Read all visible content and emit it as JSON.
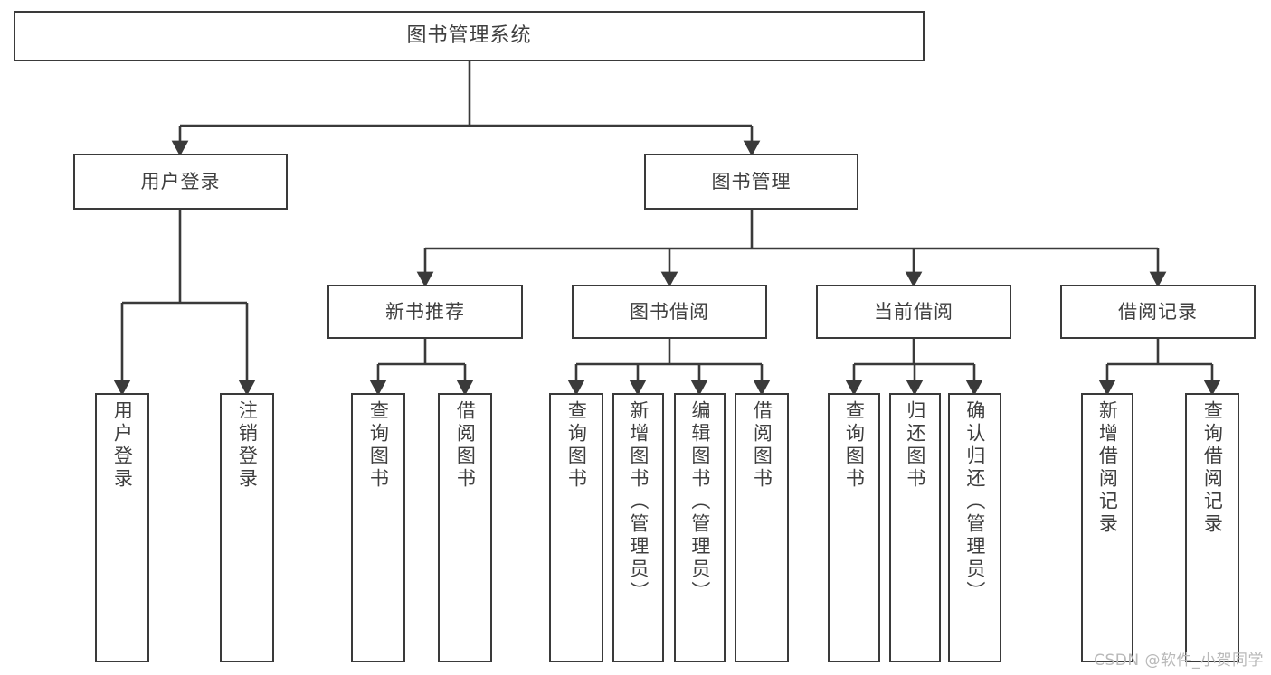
{
  "diagram": {
    "type": "tree-hierarchy",
    "title": "图书管理系统",
    "watermark": "CSDN @软件_小贺同学",
    "colors": {
      "stroke": "#3a3a3a",
      "fill": "#ffffff",
      "text": "#3f3f3f",
      "watermark": "#b9b9b9"
    },
    "nodes": {
      "root": {
        "label": "图书管理系统"
      },
      "level2": [
        {
          "label": "用户登录"
        },
        {
          "label": "图书管理"
        }
      ],
      "level3": [
        {
          "label": "新书推荐"
        },
        {
          "label": "图书借阅"
        },
        {
          "label": "当前借阅"
        },
        {
          "label": "借阅记录"
        }
      ],
      "leaves": {
        "user_login": [
          {
            "label": "用户登录"
          },
          {
            "label": "注销登录"
          }
        ],
        "new_book_recommend": [
          {
            "label": "查询图书"
          },
          {
            "label": "借阅图书"
          }
        ],
        "book_borrow": [
          {
            "label": "查询图书"
          },
          {
            "label": "新增图书（管理员）"
          },
          {
            "label": "编辑图书（管理员）"
          },
          {
            "label": "借阅图书"
          }
        ],
        "current_borrow": [
          {
            "label": "查询图书"
          },
          {
            "label": "归还图书"
          },
          {
            "label": "确认归还（管理员）"
          }
        ],
        "borrow_record": [
          {
            "label": "新增借阅记录"
          },
          {
            "label": "查询借阅记录"
          }
        ]
      }
    }
  }
}
